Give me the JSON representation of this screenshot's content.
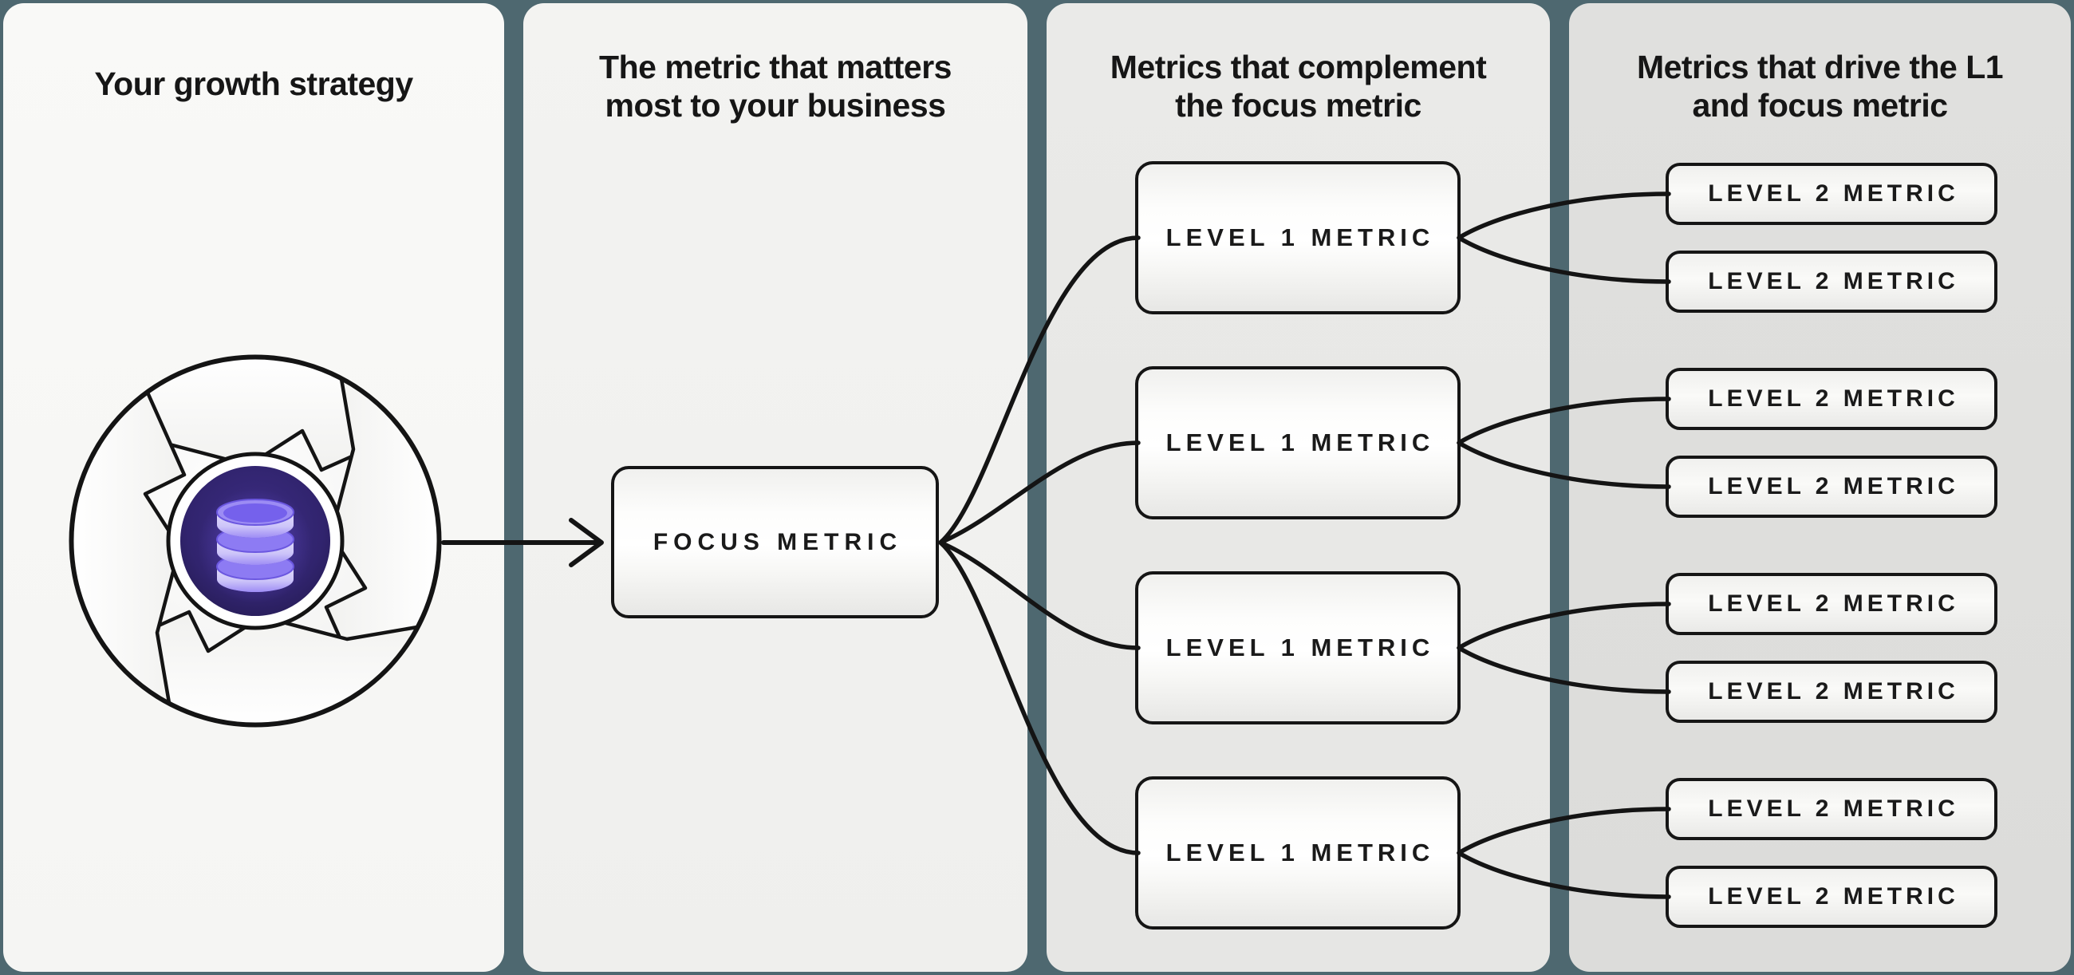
{
  "title": "Growth strategy metrics framework diagram",
  "colors": {
    "background": "#4e6870",
    "ink": "#151515",
    "panel1_bg": "#f8f8f6",
    "panel2_bg": "#f1f1ef",
    "panel3_bg": "#e9e9e7",
    "panel4_bg": "#dededc",
    "icon_purple": "#8d7bf3",
    "icon_circle_dark": "#241a52"
  },
  "columns": [
    {
      "id": "growth-strategy",
      "heading_lines": [
        "Your growth strategy"
      ],
      "icon": "growth-flywheel-database-icon"
    },
    {
      "id": "focus-metric",
      "heading_lines": [
        "The metric that matters",
        "most to your business"
      ],
      "boxes": [
        {
          "label": "FOCUS METRIC"
        }
      ]
    },
    {
      "id": "level-1-metrics",
      "heading_lines": [
        "Metrics that complement",
        "the focus metric"
      ],
      "boxes": [
        {
          "label": "LEVEL 1 METRIC"
        },
        {
          "label": "LEVEL 1 METRIC"
        },
        {
          "label": "LEVEL 1 METRIC"
        },
        {
          "label": "LEVEL 1 METRIC"
        }
      ]
    },
    {
      "id": "level-2-metrics",
      "heading_lines": [
        "Metrics that drive the L1",
        "and focus metric"
      ],
      "boxes": [
        {
          "label": "LEVEL 2 METRIC"
        },
        {
          "label": "LEVEL 2 METRIC"
        },
        {
          "label": "LEVEL 2 METRIC"
        },
        {
          "label": "LEVEL 2 METRIC"
        },
        {
          "label": "LEVEL 2 METRIC"
        },
        {
          "label": "LEVEL 2 METRIC"
        },
        {
          "label": "LEVEL 2 METRIC"
        },
        {
          "label": "LEVEL 2 METRIC"
        }
      ]
    }
  ]
}
